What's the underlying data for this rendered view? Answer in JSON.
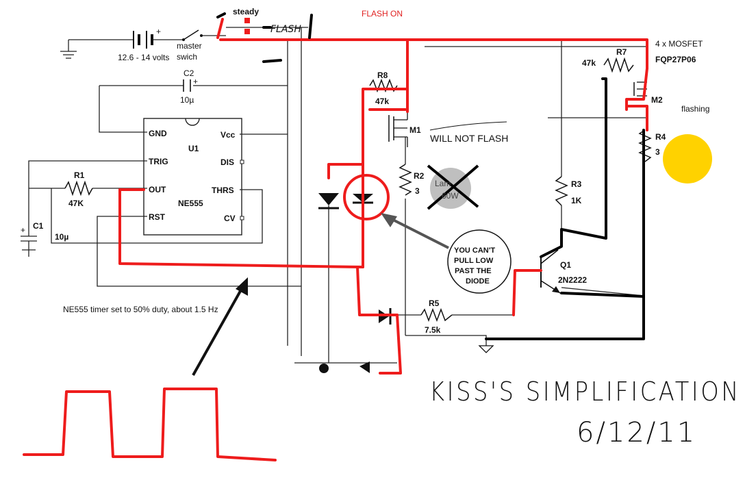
{
  "labels": {
    "flash_on": "FLASH ON",
    "steady": "steady",
    "flash": "FLASH",
    "battery_voltage": "12.6 - 14 volts",
    "master_switch_1": "master",
    "master_switch_2": "swich",
    "c2_name": "C2",
    "c2_value": "10µ",
    "mosfet_count": "4 x MOSFET",
    "mosfet_part": "FQP27P06",
    "r7_name": "R7",
    "r7_value": "47k",
    "m2_name": "M2",
    "flashing": "flashing",
    "r4_name": "R4",
    "r4_value": "3",
    "r8_name": "R8",
    "r8_value": "47k",
    "m1_name": "M1",
    "will_not_flash": "WILL NOT FLASH",
    "r2_name": "R2",
    "r2_value": "3",
    "lamp_1": "Lam",
    "lamp_2": "60W",
    "r3_name": "R3",
    "r3_value": "1K",
    "q1_name": "Q1",
    "q1_part": "2N2222",
    "r5_name": "R5",
    "r5_value": "7.5k",
    "r1_name": "R1",
    "r1_value": "47K",
    "c1_name": "C1",
    "c1_value": "10µ",
    "plus": "+",
    "timer_note": "NE555 timer set to 50% duty, about 1.5 Hz",
    "callout_1": "YOU CAN'T",
    "callout_2": "PULL LOW",
    "callout_3": "PAST THE",
    "callout_4": "DIODE",
    "handwritten_title": "KISS'S SIMPLIFICATION",
    "handwritten_date": "6/12/11"
  },
  "ic": {
    "ref": "U1",
    "part": "NE555",
    "pins": {
      "gnd": "GND",
      "vcc": "Vcc",
      "trig": "TRIG",
      "dis": "DIS",
      "out": "OUT",
      "thrs": "THRS",
      "rst": "RST",
      "cv": "CV"
    }
  },
  "colors": {
    "annotation_red": "#ee1c1c",
    "annotation_black": "#000000",
    "lamp_yellow": "#ffd200",
    "arrow_gray": "#555555",
    "lamp_off_gray": "#aaaaaa"
  }
}
